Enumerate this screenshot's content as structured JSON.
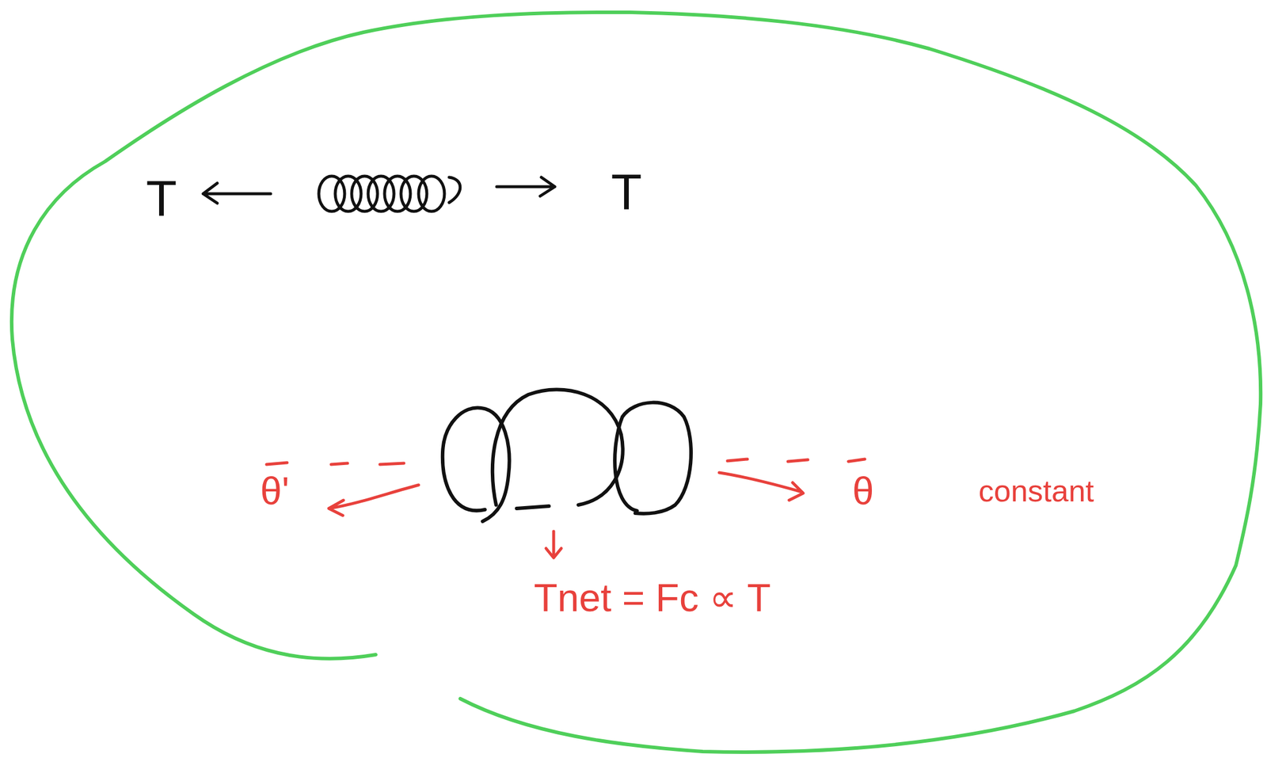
{
  "diagram": {
    "labels": [
      "T",
      "T",
      "θ'",
      "θ",
      "constant",
      "Tnet = Fc ∝ T"
    ]
  }
}
